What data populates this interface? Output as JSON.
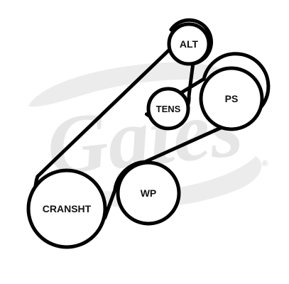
{
  "diagram": {
    "watermark": {
      "brand": "Gates",
      "mark": "®",
      "color": "#e6e6e6"
    },
    "belt_color": "#000000",
    "pulleys": {
      "alt": {
        "label": "ALT"
      },
      "tens": {
        "label": "TENS"
      },
      "ps": {
        "label": "PS"
      },
      "wp": {
        "label": "WP"
      },
      "cransht": {
        "label": "CRANSHT"
      }
    }
  }
}
